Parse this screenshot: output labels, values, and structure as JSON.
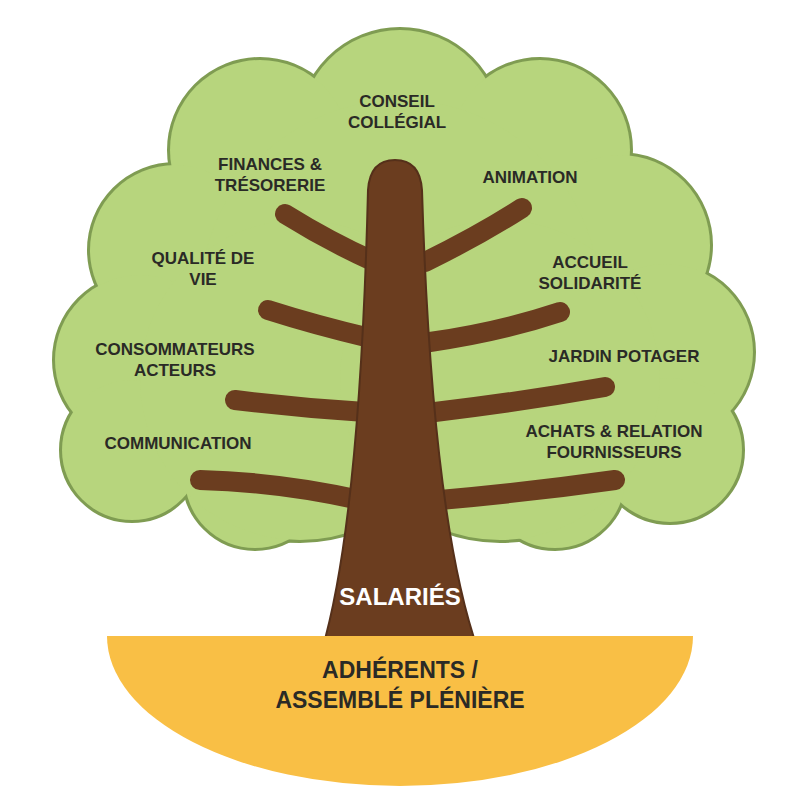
{
  "diagram": {
    "nodes": [
      {
        "text": [
          "SALARIÉS"
        ]
      },
      {
        "text": [
          "ADHÉRENTS / ASSEMBLÉ PLÉNIÈRE"
        ]
      }
    ],
    "labels": [
      "CONSEIL COLLÉGIAL",
      "FINANCES & TRÉSORERIE",
      "ANIMATION",
      "QUALITÉ DE VIE",
      "ACCUEIL SOLIDARITÉ",
      "CONSOMMATEURS ACTEURS",
      "JARDIN POTAGER",
      "COMMUNICATION",
      "ACHATS & RELATION FOURNISSEURS"
    ]
  }
}
